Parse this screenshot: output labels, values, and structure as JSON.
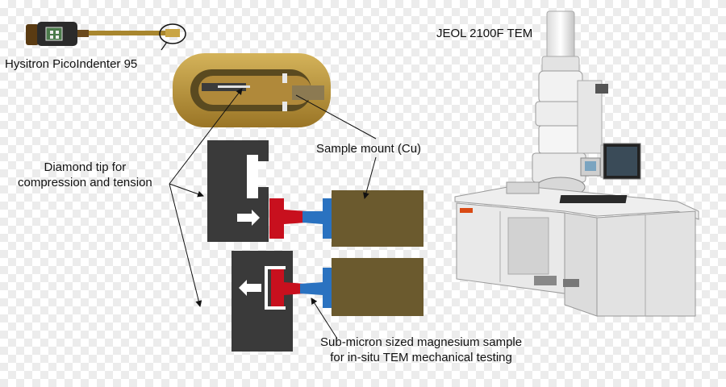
{
  "labels": {
    "indenter_title": "Hysitron PicoIndenter 95",
    "tem_title": "JEOL 2100F TEM",
    "diamond_line1": "Diamond tip for",
    "diamond_line2": "compression and tension",
    "sample_mount": "Sample mount (Cu)",
    "sample_line1": "Sub-micron sized magnesium sample",
    "sample_line2": "for in-situ TEM mechanical testing"
  },
  "colors": {
    "tip_body": "#3a3a3a",
    "sample_red": "#c8101e",
    "mount_blue": "#2a72c0",
    "copper_mount": "#6b5a2e",
    "holder_gold": "#b8923c"
  }
}
